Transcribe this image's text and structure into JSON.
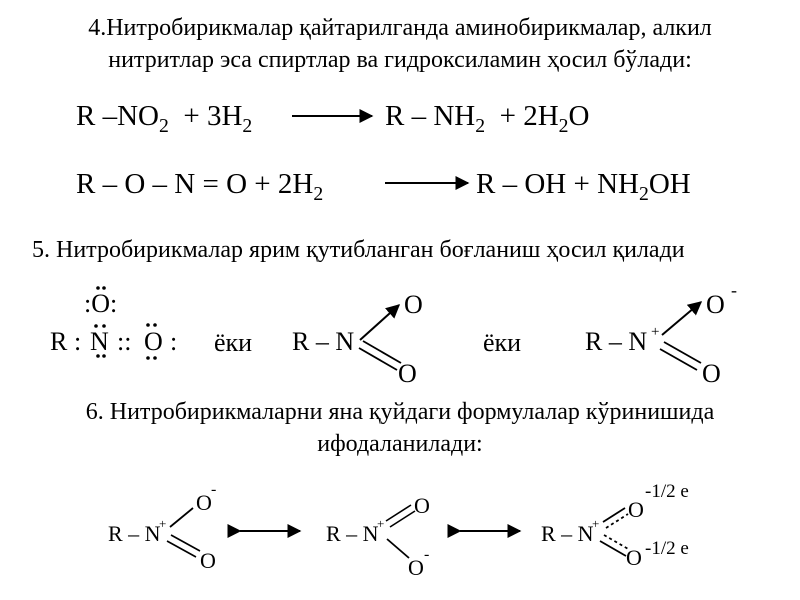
{
  "item4": {
    "heading_line1": "4.Нитробирикмалар қайтарилганда аминобирикмалар, алкил",
    "heading_line2": "нитритлар эса спиртлар ва гидроксиламин ҳосил бўлади:",
    "eq1": {
      "reactant": "R –NO",
      "reactant_sub": "2",
      "plus": "+  3H",
      "h_sub": "2",
      "product": "R – NH",
      "product_sub": "2",
      "plus2": "+  2H",
      "water_sub": "2",
      "water_end": "O"
    },
    "eq2": {
      "reactant": "R – O – N = O  +  2H",
      "h_sub": "2",
      "product": "R – OH  +  NH",
      "product_sub": "2",
      "product_end": "OH"
    }
  },
  "item5": {
    "heading": "5. Нитробирикмалар ярим қутибланган боғланиш ҳосил қилади",
    "or_word": "ёки",
    "lewis": {
      "top_o": ":O:",
      "r": "R",
      "colon": ":",
      "n": "N",
      "dcolon": "::",
      "o": "O"
    },
    "s2": {
      "rn": "R – N",
      "o": "O"
    },
    "s3": {
      "rn": "R – N",
      "plus": "+",
      "o": "O",
      "minus": "-"
    }
  },
  "item6": {
    "heading_line1": "6. Нитробирикмаларни яна қуйдаги формулалар кўринишида",
    "heading_line2": "ифодаланилади:",
    "rn": "R – N",
    "plus": "+",
    "o": "O",
    "minus": "-",
    "partial_charge": "-1/2 e"
  }
}
